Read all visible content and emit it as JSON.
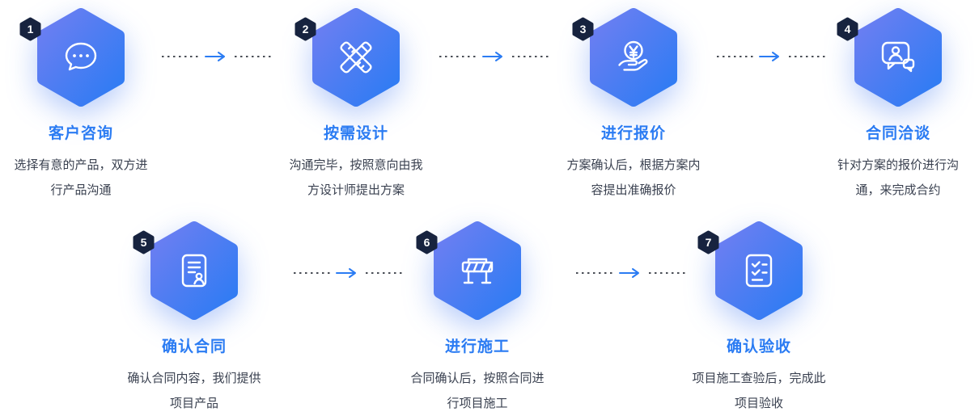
{
  "colors": {
    "accent": "#2b7cf3",
    "hex_gradient_start": "#6f7ef2",
    "hex_gradient_end": "#2b7cf3",
    "badge_background": "#17233f",
    "description_text": "#3a4150",
    "connector_dots": "#4a4e56"
  },
  "steps": [
    {
      "number": "1",
      "title": "客户咨询",
      "desc": [
        "选择有意的产品，双方进",
        "行产品沟通"
      ],
      "icon": "chat-icon"
    },
    {
      "number": "2",
      "title": "按需设计",
      "desc": [
        "沟通完毕，按照意向由我",
        "方设计师提出方案"
      ],
      "icon": "design-icon"
    },
    {
      "number": "3",
      "title": "进行报价",
      "desc": [
        "方案确认后，根据方案内",
        "容提出准确报价"
      ],
      "icon": "quote-icon"
    },
    {
      "number": "4",
      "title": "合同洽谈",
      "desc": [
        "针对方案的报价进行沟",
        "通，来完成合约"
      ],
      "icon": "negotiation-icon"
    },
    {
      "number": "5",
      "title": "确认合同",
      "desc": [
        "确认合同内容，我们提供",
        "项目产品"
      ],
      "icon": "contract-icon"
    },
    {
      "number": "6",
      "title": "进行施工",
      "desc": [
        "合同确认后，按照合同进",
        "行项目施工"
      ],
      "icon": "construction-icon"
    },
    {
      "number": "7",
      "title": "确认验收",
      "desc": [
        "项目施工查验后，完成此",
        "项目验收"
      ],
      "icon": "acceptance-icon"
    }
  ]
}
